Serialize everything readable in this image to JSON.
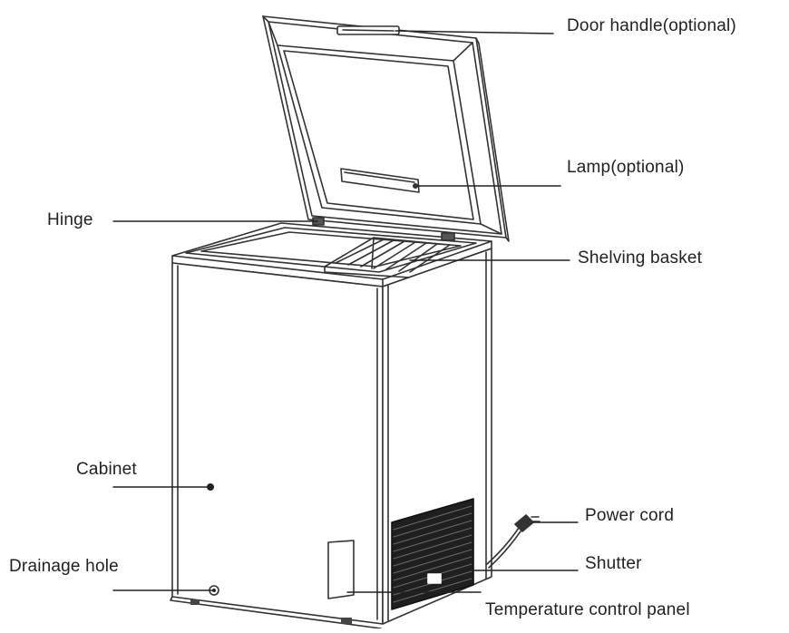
{
  "labels": {
    "door_handle": "Door handle(optional)",
    "lamp": "Lamp(optional)",
    "hinge": "Hinge",
    "shelving_basket": "Shelving basket",
    "cabinet": "Cabinet",
    "power_cord": "Power cord",
    "drainage_hole": "Drainage hole",
    "shutter": "Shutter",
    "temperature_control_panel": "Temperature control panel"
  },
  "colors": {
    "line": "#222222",
    "outline": "#333333",
    "grille": "#1a1a1a"
  }
}
